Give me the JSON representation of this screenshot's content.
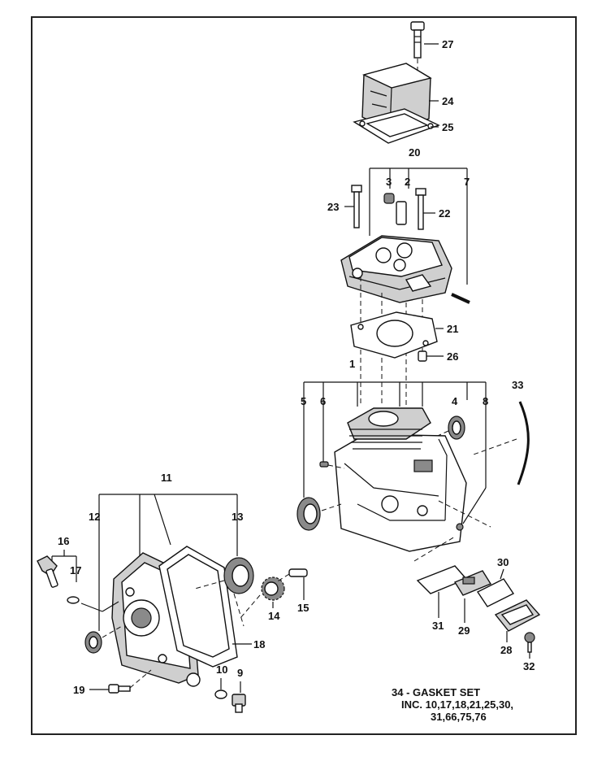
{
  "diagram": {
    "callouts": {
      "c27": "27",
      "c24": "24",
      "c25": "25",
      "c20": "20",
      "c3": "3",
      "c2": "2",
      "c7": "7",
      "c23": "23",
      "c22": "22",
      "c21": "21",
      "c26": "26",
      "c1": "1",
      "c5": "5",
      "c6": "6",
      "c4": "4",
      "c8": "8",
      "c33": "33",
      "c11": "11",
      "c12": "12",
      "c13": "13",
      "c16": "16",
      "c17": "17",
      "c14": "14",
      "c15": "15",
      "c18": "18",
      "c19": "19",
      "c10": "10",
      "c9": "9",
      "c30": "30",
      "c31": "31",
      "c29": "29",
      "c28": "28",
      "c32": "32"
    },
    "note": {
      "line1": "34 - GASKET SET",
      "line2": "INC. 10,17,18,21,25,30,",
      "line3": "31,66,75,76"
    }
  }
}
